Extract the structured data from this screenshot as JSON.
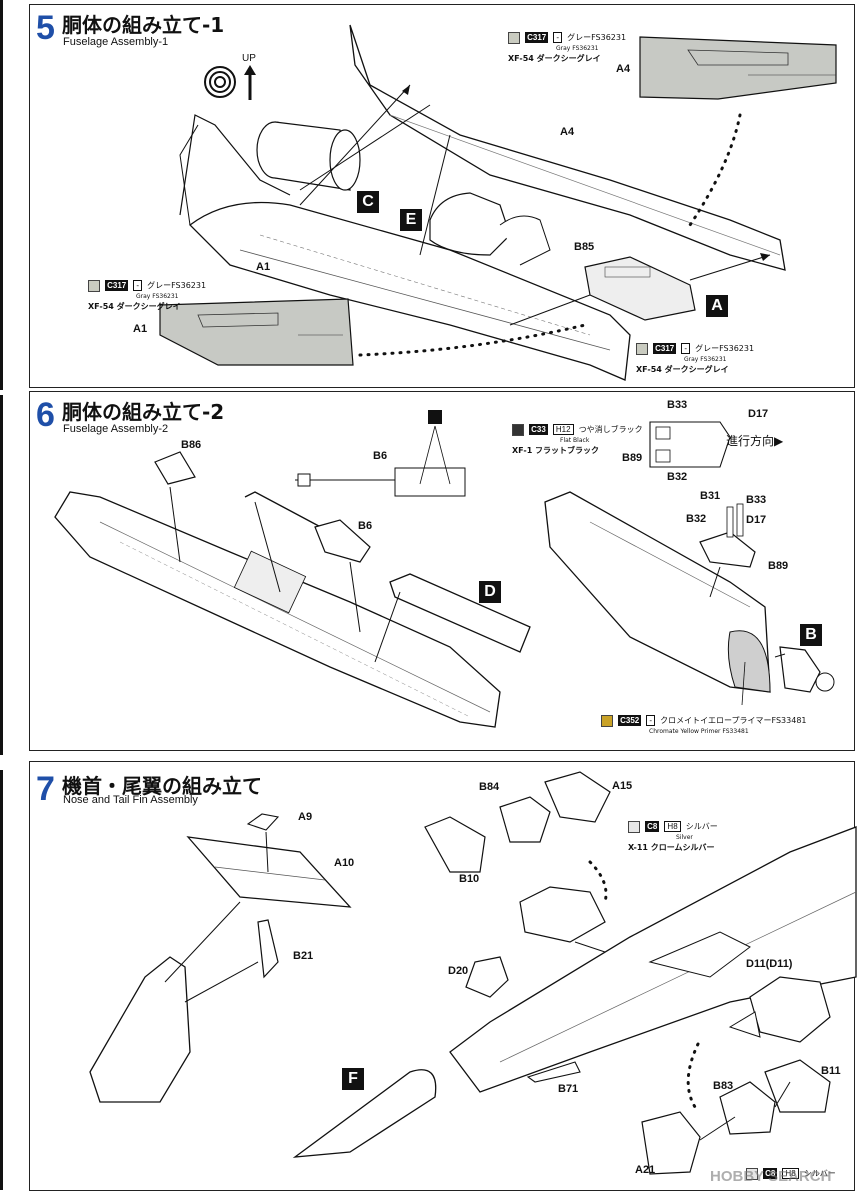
{
  "steps": [
    {
      "number": "5",
      "title_jp": "胴体の組み立て-1",
      "title_en": "Fuselage Assembly-1"
    },
    {
      "number": "6",
      "title_jp": "胴体の組み立て-2",
      "title_en": "Fuselage Assembly-2"
    },
    {
      "number": "7",
      "title_jp": "機首・尾翼の組み立て",
      "title_en": "Nose and Tail Fin Assembly"
    }
  ],
  "step5": {
    "up_label": "UP",
    "parts": [
      "A4",
      "A4",
      "A1",
      "A1",
      "B85"
    ],
    "boxes": [
      "C",
      "E",
      "A"
    ],
    "paints": [
      {
        "code": "C317",
        "hcode": "-",
        "name_jp": "グレーFS36231",
        "name_en": "Gray FS36231",
        "xf": "XF-54 ダークシーグレイ",
        "chip": "#c9cbc0"
      },
      {
        "code": "C317",
        "hcode": "-",
        "name_jp": "グレーFS36231",
        "name_en": "Gray FS36231",
        "xf": "XF-54 ダークシーグレイ",
        "chip": "#c9cbc0"
      },
      {
        "code": "C317",
        "hcode": "-",
        "name_jp": "グレーFS36231",
        "name_en": "Gray FS36231",
        "xf": "XF-54 ダークシーグレイ",
        "chip": "#c9cbc0"
      }
    ]
  },
  "step6": {
    "parts": [
      "B86",
      "B6",
      "B6",
      "B33",
      "D17",
      "B89",
      "B32",
      "B31",
      "B33",
      "B32",
      "D17",
      "B89"
    ],
    "boxes": [
      "D",
      "B"
    ],
    "direction": "進行方向▶",
    "paints": [
      {
        "code": "C33",
        "hcode": "H12",
        "name_jp": "つや消しブラック",
        "name_en": "Flat Black",
        "xf": "XF-1 フラットブラック",
        "chip": "#333333"
      },
      {
        "code": "C352",
        "hcode": "-",
        "name_jp": "クロメイトイエロープライマーFS33481",
        "name_en": "Chromate Yellow Primer FS33481",
        "chip": "#c9a227"
      }
    ]
  },
  "step7": {
    "parts": [
      "A9",
      "A10",
      "B21",
      "B84",
      "A15",
      "B10",
      "D20",
      "D11(D11)",
      "B71",
      "B11",
      "B83",
      "A21"
    ],
    "boxes": [
      "F"
    ],
    "paints": [
      {
        "code": "C8",
        "hcode": "H8",
        "name_jp": "シルバー",
        "name_en": "Silver",
        "xf": "X-11 クロームシルバー",
        "chip": "#e6e6e6"
      },
      {
        "code": "C8",
        "hcode": "H8",
        "name_jp": "シルバー",
        "chip": "#e6e6e6"
      }
    ]
  },
  "watermark": "HOBBY SEARCH",
  "colors": {
    "step_number": "#1f4fa8",
    "gray_panel": "#c7c9c4",
    "ink": "#111111"
  }
}
